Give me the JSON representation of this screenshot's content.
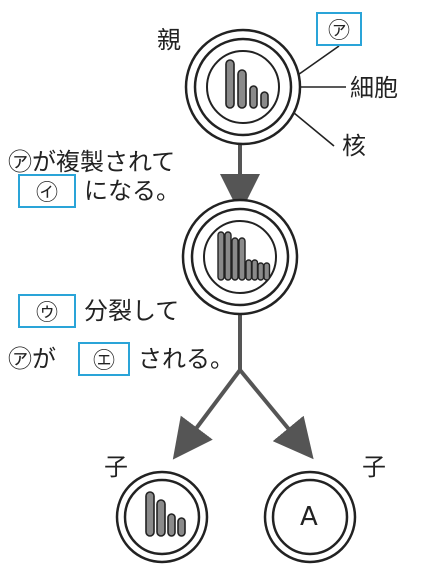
{
  "labels": {
    "parent": "親",
    "cell": "細胞",
    "nucleus": "核",
    "child_left": "子",
    "child_right": "子",
    "child_right_letter": "A"
  },
  "blanks": {
    "a": "㋐",
    "i": "㋑",
    "u": "㋒",
    "e": "㋓"
  },
  "step1": {
    "line1_prefix": "㋐",
    "line1_text": "が複製されて",
    "line2_text": "になる。"
  },
  "step2": {
    "line1_text": "分裂して",
    "line2_prefix": "㋐",
    "line2_mid": "が",
    "line2_text": "される。"
  },
  "colors": {
    "blank_border": "#2aa4d8",
    "line": "#555555",
    "chromosome_fill": "#8a8a8a",
    "outline": "#222222"
  }
}
